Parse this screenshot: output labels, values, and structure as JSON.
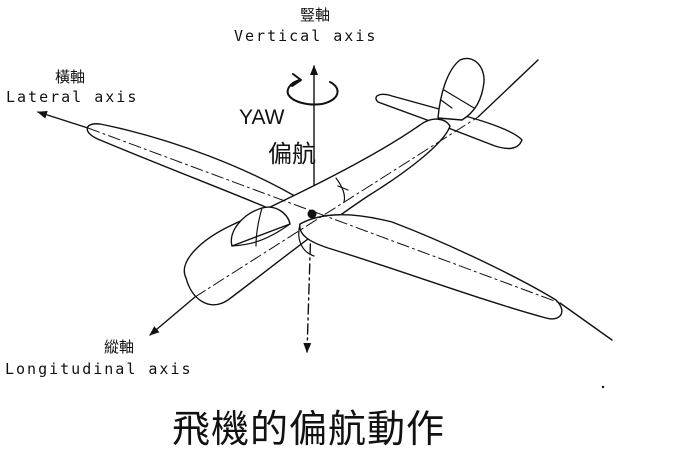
{
  "axes": {
    "vertical": {
      "label_zh": "豎軸",
      "label_en": "Vertical axis"
    },
    "lateral": {
      "label_zh": "橫軸",
      "label_en": "Lateral axis"
    },
    "longitudinal": {
      "label_zh": "縱軸",
      "label_en": "Longitudinal axis"
    }
  },
  "motion": {
    "label_en": "YAW",
    "label_zh": "偏航"
  },
  "caption": "飛機的偏航動作",
  "colors": {
    "ink": "#111111",
    "background": "#ffffff"
  }
}
